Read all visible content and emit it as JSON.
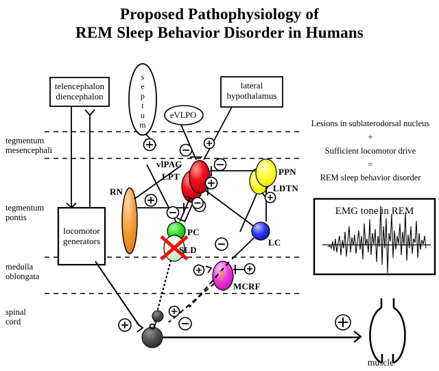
{
  "title": {
    "line1": "Proposed Pathophysiology of",
    "line2": "REM Sleep Behavior Disorder in Humans"
  },
  "anatomical_regions": [
    {
      "name": "tegmentum-mesencephali",
      "line1": "tegmentum",
      "line2": "mesencephali"
    },
    {
      "name": "tegmentum-pontis",
      "line1": "tegmentum",
      "line2": "pontis"
    },
    {
      "name": "medulla-oblongata",
      "line1": "medulla",
      "line2": "oblongata"
    },
    {
      "name": "spinal-cord",
      "line1": "spinal",
      "line2": "cord"
    }
  ],
  "boxes": {
    "telencephalon": {
      "line1": "telencephalon",
      "line2": "diencephalon"
    },
    "lateral_hypothalamus": {
      "line1": "lateral",
      "line2": "hypothalamus"
    },
    "locomotor_generators": {
      "line1": "locomotor",
      "line2": "generators"
    }
  },
  "septum": {
    "label": "septum",
    "letters": [
      "s",
      "e",
      "p",
      "t",
      "u",
      "m"
    ]
  },
  "nuclei": [
    {
      "id": "evlpo",
      "label": "eVLPO",
      "color": "#ffffff"
    },
    {
      "id": "vlpag",
      "label": "vlPAG",
      "color": "#f40f1c"
    },
    {
      "id": "lpt",
      "label": "LPT",
      "color": "#f40f1c"
    },
    {
      "id": "ppn",
      "label": "PPN",
      "color": "#ffff33"
    },
    {
      "id": "ldtn",
      "label": "LDTN",
      "color": "#ffff33"
    },
    {
      "id": "rn",
      "label": "RN",
      "color": "#f5a03c"
    },
    {
      "id": "pc",
      "label": "PC",
      "color": "#2fe01e"
    },
    {
      "id": "sld",
      "label": "SLD",
      "color": "#d6f5d0"
    },
    {
      "id": "lc",
      "label": "LC",
      "color": "#2a2af0"
    },
    {
      "id": "mcrf",
      "label": "MCRF",
      "color": "#f03ce0"
    }
  ],
  "lesion": {
    "name": "sld-lesion-cross",
    "color": "#ee1111"
  },
  "mcrf_question": {
    "symbol": "?",
    "color": "#ff8c00"
  },
  "equation": {
    "line1": "Lesions in sublaterodorsal nucleus",
    "line2": "+",
    "line3": "Sufficient locomotor drive",
    "line4": "=",
    "line5": "REM sleep behavior disorder"
  },
  "emg_panel": {
    "title": "EMG tone in REM"
  },
  "muscle": {
    "label": "muscle"
  },
  "synapse_symbols": {
    "excitatory": "+",
    "inhibitory": "−"
  }
}
